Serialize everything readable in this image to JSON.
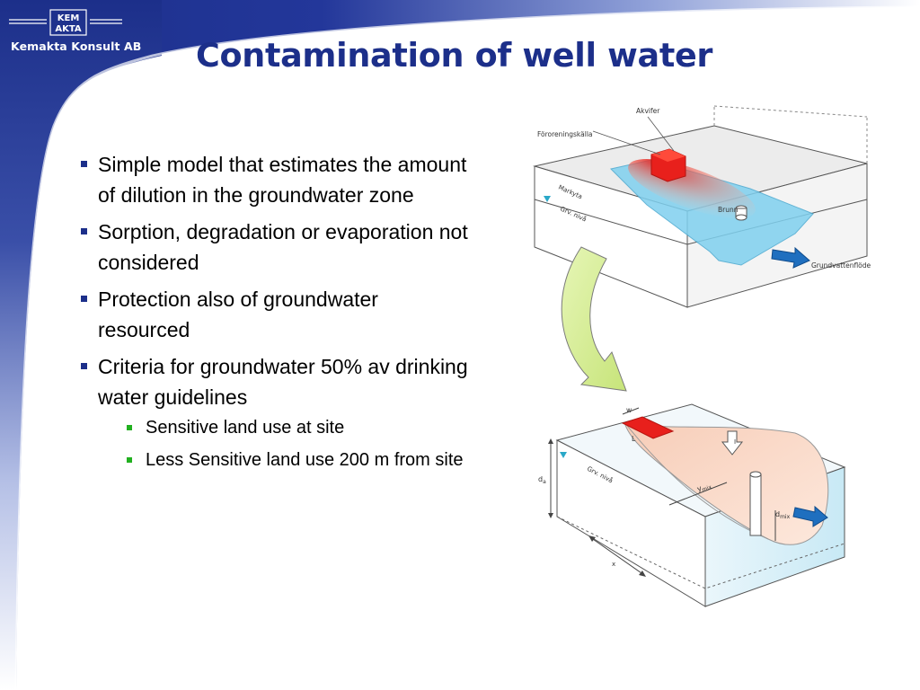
{
  "company": {
    "logo_letters": "KEM AKTA",
    "name": "Kemakta Konsult AB"
  },
  "slide": {
    "title": "Contamination of well water",
    "bullets": [
      {
        "text": "Simple model that estimates the amount of dilution in the groundwater zone"
      },
      {
        "text": "Sorption, degradation or evaporation not considered"
      },
      {
        "text": "Protection also of groundwater resourced"
      },
      {
        "text": "Criteria for groundwater 50% av drinking water guidelines",
        "sub": [
          "Sensitive land use at site",
          "Less Sensitive land use 200 m from site"
        ]
      }
    ]
  },
  "diagram": {
    "top": {
      "label_source": "Föroreningskälla",
      "label_aquifer": "Akvifer",
      "label_surface": "Markyta",
      "label_gw_level": "Grv. nivå",
      "label_well": "Brunn",
      "label_flow": "Grundvattenflöde"
    },
    "bottom": {
      "label_w": "w",
      "label_L": "L",
      "label_I": "I",
      "label_gw_level": "Grv. nivå",
      "label_da": "d",
      "label_da_sub": "a",
      "label_ymix": "y",
      "label_ymix_sub": "mix",
      "label_dmix": "d",
      "label_dmix_sub": "mix",
      "label_x": "x"
    }
  },
  "colors": {
    "title": "#1c2f8a",
    "navy": "#1c2f8a",
    "bullet_l1": "#1c2f8a",
    "bullet_l2": "#22b020",
    "plume_red": "#e8201c",
    "water_blue": "#7fd0ef",
    "arrow_green": "#d8ef9a"
  }
}
